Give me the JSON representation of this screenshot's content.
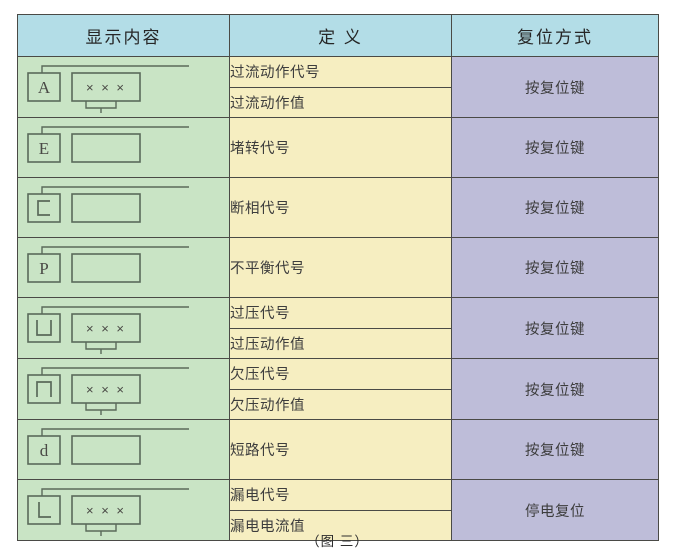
{
  "figure": {
    "caption": "（图 三）"
  },
  "table": {
    "headers": [
      {
        "label": "显示内容",
        "name": "header-display-content"
      },
      {
        "label": "定 义",
        "name": "header-definition"
      },
      {
        "label": "复位方式",
        "name": "header-reset-mode"
      }
    ],
    "colors": {
      "header_bg": "#b3dde7",
      "display_col_bg": "#c9e4c5",
      "definition_col_bg": "#f6eec1",
      "reset_col_bg": "#bebdd9",
      "border": "#4a4a46",
      "symbol_stroke": "#5a6a5a"
    },
    "rows": [
      {
        "symbol": {
          "code": "A",
          "value_digits": "× × ×",
          "has_value_box": true,
          "leader_top": true,
          "leader_bottom": true,
          "icon_name": "lcd-symbol-overcurrent"
        },
        "definitions": [
          "过流动作代号",
          "过流动作值"
        ],
        "reset": "按复位键"
      },
      {
        "symbol": {
          "code": "E",
          "value_digits": "",
          "has_value_box": true,
          "leader_top": true,
          "leader_bottom": false,
          "icon_name": "lcd-symbol-stall"
        },
        "definitions": [
          "堵转代号"
        ],
        "reset": "按复位键"
      },
      {
        "symbol": {
          "code": "C",
          "value_digits": "",
          "has_value_box": true,
          "leader_top": true,
          "leader_bottom": false,
          "icon_name": "lcd-symbol-phase-loss"
        },
        "definitions": [
          "断相代号"
        ],
        "reset": "按复位键"
      },
      {
        "symbol": {
          "code": "P",
          "value_digits": "",
          "has_value_box": true,
          "leader_top": true,
          "leader_bottom": false,
          "icon_name": "lcd-symbol-unbalance"
        },
        "definitions": [
          "不平衡代号"
        ],
        "reset": "按复位键"
      },
      {
        "symbol": {
          "code": "U",
          "value_digits": "× × ×",
          "has_value_box": true,
          "leader_top": true,
          "leader_bottom": true,
          "icon_name": "lcd-symbol-overvoltage"
        },
        "definitions": [
          "过压代号",
          "过压动作值"
        ],
        "reset": "按复位键"
      },
      {
        "symbol": {
          "code": "n",
          "value_digits": "× × ×",
          "has_value_box": true,
          "leader_top": true,
          "leader_bottom": true,
          "icon_name": "lcd-symbol-undervoltage"
        },
        "definitions": [
          "欠压代号",
          "欠压动作值"
        ],
        "reset": "按复位键"
      },
      {
        "symbol": {
          "code": "d",
          "value_digits": "",
          "has_value_box": true,
          "leader_top": true,
          "leader_bottom": false,
          "icon_name": "lcd-symbol-short-circuit"
        },
        "definitions": [
          "短路代号"
        ],
        "reset": "按复位键"
      },
      {
        "symbol": {
          "code": "L",
          "value_digits": "× × ×",
          "has_value_box": true,
          "leader_top": true,
          "leader_bottom": true,
          "icon_name": "lcd-symbol-leakage"
        },
        "definitions": [
          "漏电代号",
          "漏电电流值"
        ],
        "reset": "停电复位"
      }
    ]
  }
}
